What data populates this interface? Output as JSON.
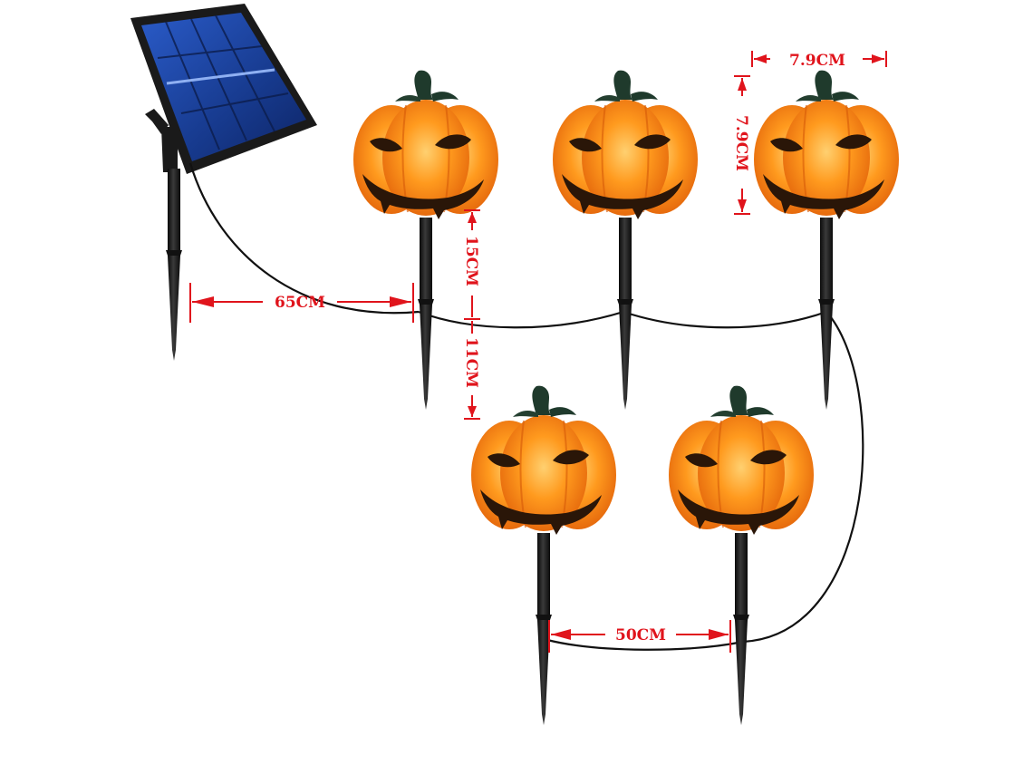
{
  "dimensions": {
    "panel_to_first_stake": "65CM",
    "stake_above_cable": "15CM",
    "stake_below_cable": "11CM",
    "stake_to_stake": "50CM",
    "pumpkin_width": "7.9CM",
    "pumpkin_height": "7.9CM"
  },
  "colors": {
    "dimension_red": "#e0141c",
    "pumpkin_orange": "#ff8a10",
    "pumpkin_glow": "#ffc04a",
    "pumpkin_shadow": "#e0600a",
    "stem_green": "#1f3a2c",
    "stake_black": "#151515",
    "panel_blue": "#1c3f9a",
    "panel_frame": "#1a1a1a",
    "face_dark": "#2a1608"
  },
  "icons": {
    "solar_panel": "solar-panel-icon",
    "pumpkin_light": "jack-o-lantern-icon"
  }
}
